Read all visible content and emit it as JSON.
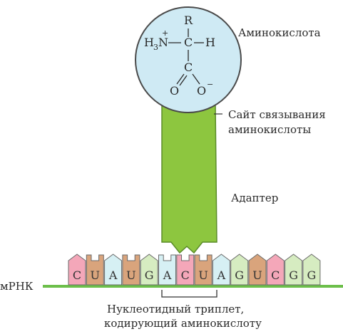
{
  "labels": {
    "amino_acid": "Аминокислота",
    "binding_site_line1": "Сайт связывания",
    "binding_site_line2": "аминокислоты",
    "adapter": "Адаптер",
    "mrna": "мРНК",
    "triplet_line1": "Нуклеотидный триплет,",
    "triplet_line2": "кодирующий аминокислоту"
  },
  "amino_acid_structure": {
    "R": "R",
    "H3": "H",
    "H3_sub": "3",
    "N": "N",
    "N_charge": "+",
    "C_alpha": "C",
    "H_right": "H",
    "C_carboxyl": "C",
    "O_left": "O",
    "O_right": "O",
    "O_charge": "−"
  },
  "mrna_sequence": [
    "C",
    "U",
    "A",
    "U",
    "G",
    "A",
    "C",
    "U",
    "A",
    "G",
    "U",
    "C",
    "G",
    "G"
  ],
  "colors": {
    "amino_acid_circle": "#cfeaf4",
    "adapter": "#8dc63f",
    "mrna_line": "#6cbf4a",
    "C": "#f4a7b9",
    "U": "#d9a47c",
    "A": "#ffffff",
    "G": "#d6ecc1",
    "A_teal": "#d6f0f4"
  }
}
